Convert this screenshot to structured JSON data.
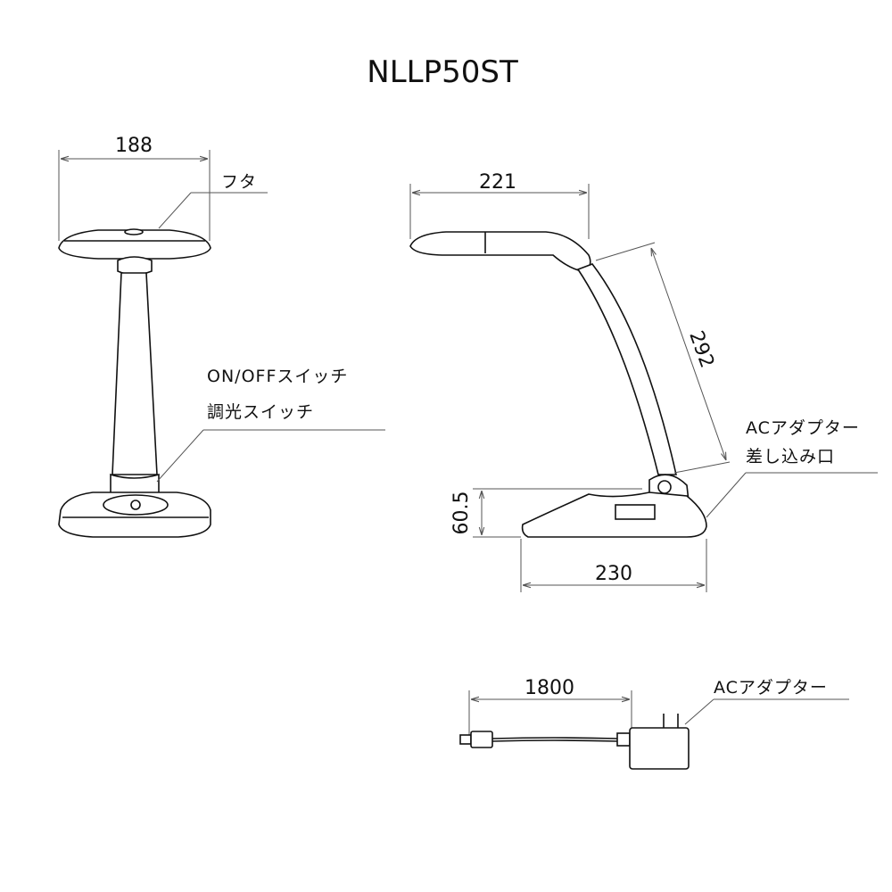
{
  "title": "NLLP50ST",
  "dimensions": {
    "front_width": "188",
    "head_length": "221",
    "arm_length": "292",
    "base_height": "60.5",
    "base_length": "230",
    "cord_length": "1800"
  },
  "labels": {
    "lid": "フタ",
    "power_switch": "ON/OFFスイッチ",
    "dimmer_switch": "調光スイッチ",
    "adapter_port_line1": "ACアダプター",
    "adapter_port_line2": "差し込み口",
    "adapter": "ACアダプター"
  },
  "colors": {
    "ink": "#111111",
    "line": "#555555",
    "background": "#ffffff"
  }
}
